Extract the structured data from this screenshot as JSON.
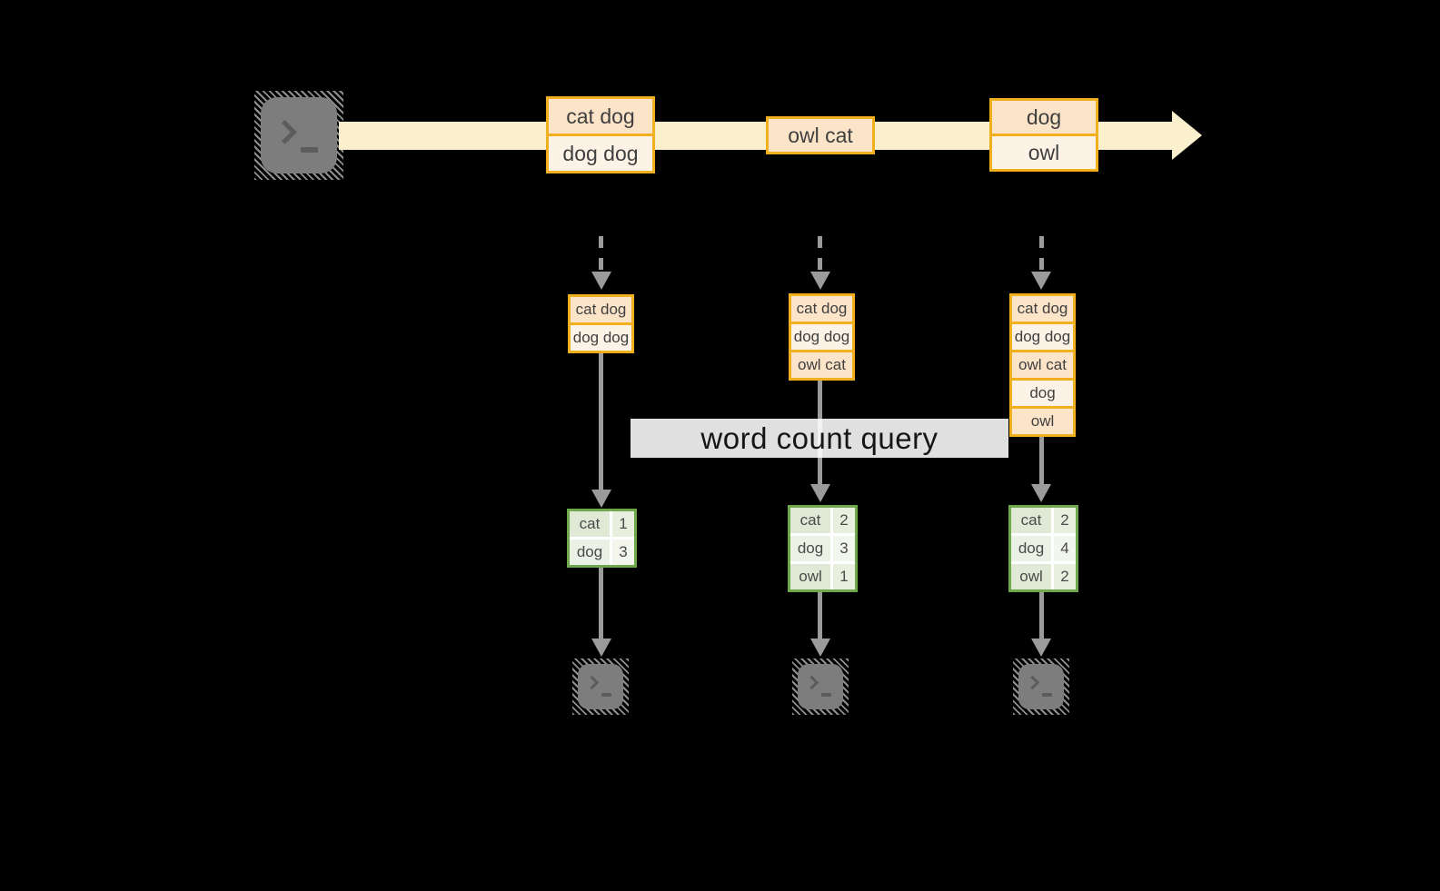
{
  "query_label": "word count query",
  "stream": {
    "batches": [
      {
        "rows": [
          "cat dog",
          "dog dog"
        ]
      },
      {
        "rows": [
          "owl cat"
        ]
      },
      {
        "rows": [
          "dog",
          "owl"
        ]
      }
    ]
  },
  "states": [
    {
      "rows": [
        "cat dog",
        "dog dog"
      ]
    },
    {
      "rows": [
        "cat dog",
        "dog dog",
        "owl cat"
      ]
    },
    {
      "rows": [
        "cat dog",
        "dog dog",
        "owl cat",
        "dog",
        "owl"
      ]
    }
  ],
  "results": [
    {
      "rows": [
        {
          "word": "cat",
          "count": "1"
        },
        {
          "word": "dog",
          "count": "3"
        }
      ]
    },
    {
      "rows": [
        {
          "word": "cat",
          "count": "2"
        },
        {
          "word": "dog",
          "count": "3"
        },
        {
          "word": "owl",
          "count": "1"
        }
      ]
    },
    {
      "rows": [
        {
          "word": "cat",
          "count": "2"
        },
        {
          "word": "dog",
          "count": "4"
        },
        {
          "word": "owl",
          "count": "2"
        }
      ]
    }
  ],
  "colors": {
    "background": "#000000",
    "stream_fill": "#faf0cd",
    "box_border": "#f2b01e",
    "box_fill_dark": "#fce4c9",
    "box_fill_light": "#fdf2e6",
    "table_border": "#6fa84b",
    "table_fill_dark": "#dfe9d5",
    "table_fill_light": "#ebf1e4",
    "arrow_gray": "#9b9b9b",
    "terminal_gray": "#7d7d7d",
    "label_text": "#161616"
  }
}
